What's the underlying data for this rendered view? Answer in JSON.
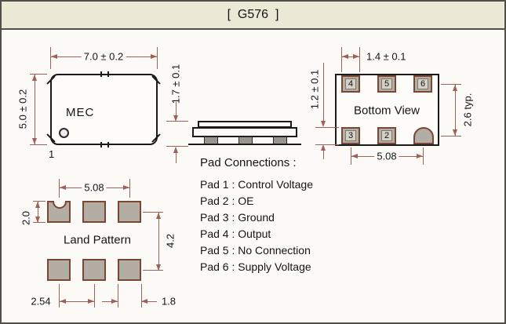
{
  "title": "[  G576  ]",
  "colors": {
    "background": "#ece8d6",
    "dimension_lines": "#a0605a",
    "pad_fill": "#b3ada3",
    "pad_border": "#7a4636",
    "outline": "#1a1a1a"
  },
  "top_view": {
    "brand_label": "MEC",
    "pin1_label": "1",
    "dim_width": "7.0 ± 0.2",
    "dim_height": "5.0 ± 0.2"
  },
  "side_view": {
    "dim_height": "1.7 ± 0.1"
  },
  "bottom_view": {
    "label": "Bottom View",
    "pads_top": [
      "4",
      "5",
      "6"
    ],
    "pads_bottom": [
      "3",
      "2"
    ],
    "dim_pad_width": "1.4 ± 0.1",
    "dim_pad_height": "1.2 ± 0.1",
    "dim_row_spacing": "2.6 typ.",
    "dim_pad_span": "5.08"
  },
  "land_pattern": {
    "label": "Land Pattern",
    "dim_pad_span": "5.08",
    "dim_pad_height": "2.0",
    "dim_row_spacing": "4.2",
    "dim_col_pitch": "2.54",
    "dim_pad_width": "1.8"
  },
  "pad_connections": {
    "heading": "Pad Connections :",
    "items": [
      "Pad 1 : Control Voltage",
      "Pad 2 : OE",
      "Pad 3 : Ground",
      "Pad 4 : Output",
      "Pad 5 : No Connection",
      "Pad 6 : Supply Voltage"
    ]
  }
}
